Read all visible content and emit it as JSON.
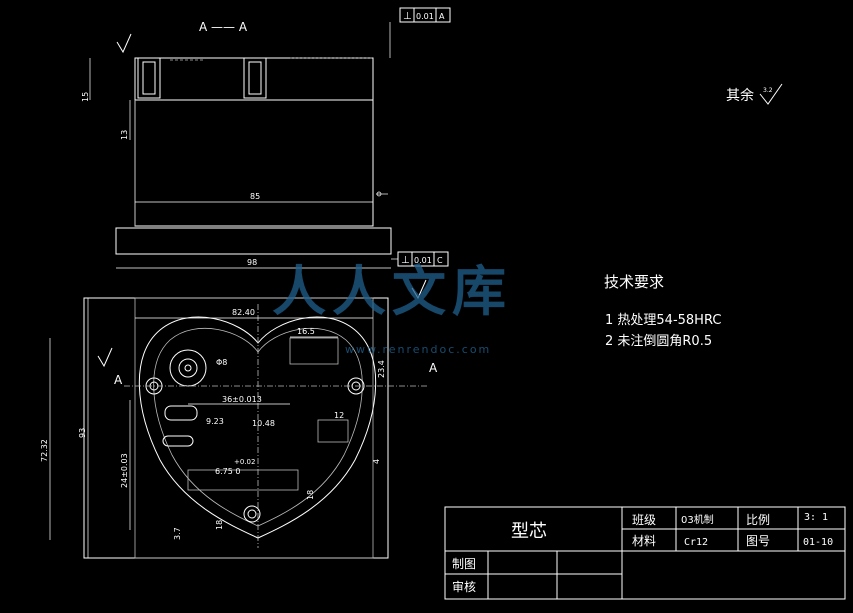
{
  "section_label": "A —— A",
  "flatness_tol_1": {
    "symbol": "⊥",
    "value": "0.01",
    "datum": "A"
  },
  "flatness_tol_2": {
    "symbol": "⊥",
    "value": "0.01",
    "datum": "C"
  },
  "roughness_note": "其余",
  "roughness_value": "3.2",
  "tech_requirements": {
    "title": "技术要求",
    "items": [
      "1  热处理54-58HRC",
      "2  未注倒圆角R0.5"
    ]
  },
  "dimensions": {
    "h_15": "15",
    "h_13": "13",
    "w_85": "85",
    "w_98": "98",
    "w_82": "82.40",
    "h_72": "72.32",
    "h_93": "93",
    "d_16_5": "16.5",
    "d_8": "Φ8",
    "d_36": "36±0.013",
    "d_9_23": "9.23",
    "d_10_48": "10.48",
    "d_12": "12",
    "d_24": "24±0.03",
    "d_0_02": "+0.02",
    "d_6_75": "6.75 0",
    "d_3_7": "3.7",
    "d_18": "18",
    "d_4": "4",
    "d_18b": "18",
    "d_23_4": "23.4",
    "section_a": "A"
  },
  "title_block": {
    "part_name": "型芯",
    "class_label": "班级",
    "class_value": "03机制",
    "scale_label": "比例",
    "scale_value": "3: 1",
    "material_label": "材料",
    "material_value": "Cr12",
    "drawing_no_label": "图号",
    "drawing_no_value": "01-10",
    "drawn_label": "制图",
    "checked_label": "审核"
  },
  "watermark": {
    "text": "人人文库",
    "url": "www.renrendoc.com"
  }
}
